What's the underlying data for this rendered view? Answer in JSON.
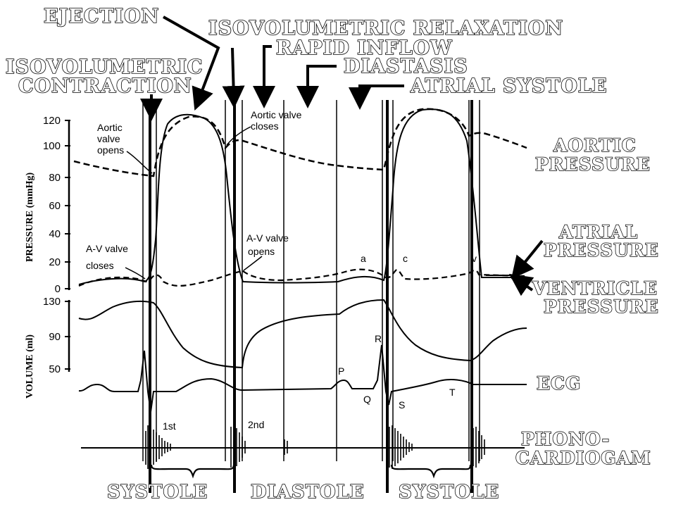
{
  "top_labels": {
    "ejection": "EJECTION",
    "isovolumetric_relaxation": "ISOVOLUMETRIC  RELAXATION",
    "rapid_inflow": "RAPID  INFLOW",
    "diastasis": "DIASTASIS",
    "atrial_systole": "ATRIAL SYSTOLE",
    "isovolumetric_contraction_1": "ISOVOLUMETRIC",
    "isovolumetric_contraction_2": "CONTRACTION"
  },
  "right_labels": {
    "aortic_1": "AORTIC",
    "aortic_2": "PRESSURE",
    "atrial_1": "ATRIAL",
    "atrial_2": "PRESSURE",
    "ventricle_1": "VENTRICLE",
    "ventricle_2": "PRESSURE",
    "ecg": "ECG",
    "phono_1": "PHONO-",
    "phono_2": "CARDIOGAM"
  },
  "bottom_labels": {
    "systole_1": "SYSTOLE",
    "diastole": "DIASTOLE",
    "systole_2": "SYSTOLE"
  },
  "annotations": {
    "aortic_opens_1": "Aortic",
    "aortic_opens_2": "valve",
    "aortic_opens_3": "opens",
    "aortic_closes_1": "Aortic valve",
    "aortic_closes_2": "closes",
    "av_closes_1": "A-V valve",
    "av_closes_2": "closes",
    "av_opens_1": "A-V valve",
    "av_opens_2": "opens"
  },
  "wave_labels": {
    "a": "a",
    "c": "c",
    "v": "v",
    "P": "P",
    "Q": "Q",
    "R": "R",
    "S": "S",
    "T": "T",
    "first": "1st",
    "second": "2nd"
  },
  "axes": {
    "pressure_label": "PRESSURE (mmHg)",
    "pressure_ticks": [
      "120",
      "100",
      "80",
      "60",
      "40",
      "20",
      "0"
    ],
    "volume_label": "VOLUME (ml)",
    "volume_ticks": [
      "130",
      "90",
      "50"
    ]
  },
  "colors": {
    "ink": "#000000",
    "background": "#ffffff"
  }
}
